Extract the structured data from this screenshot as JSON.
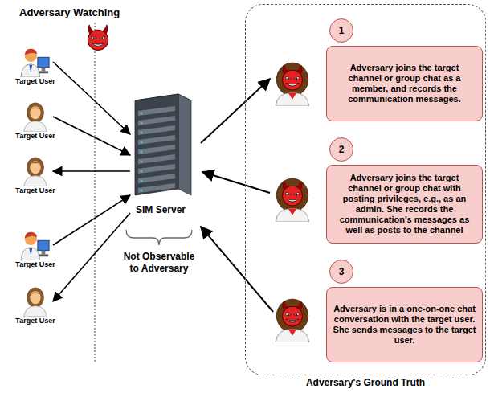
{
  "diagram": {
    "title": "Adversary Watching",
    "nodes": [
      {
        "text": [
          "Target User"
        ]
      },
      {
        "text": [
          "Target User"
        ]
      },
      {
        "text": [
          "Target User"
        ]
      },
      {
        "text": [
          "Target User"
        ]
      },
      {
        "text": [
          "Target User"
        ]
      },
      {
        "text": [
          "SIM Server"
        ]
      },
      {
        "text": [
          "Adversary's Ground Truth"
        ]
      },
      {
        "text": [
          "1"
        ],
        "in": 6
      },
      {
        "text": [
          "Adversary joins the target channel or group chat as a member, and records the communication messages."
        ],
        "in": 6
      },
      {
        "text": [
          "2"
        ],
        "in": 6
      },
      {
        "text": [
          "Adversary joins the target channel or group chat with posting privileges, e.g., as an admin. She records the communication's messages as well as posts to the channel"
        ],
        "in": 6
      },
      {
        "text": [
          "3"
        ],
        "in": 6
      },
      {
        "text": [
          "Adversary is in a one-on-one chat conversation with the target user. She sends messages to the target user."
        ],
        "in": 6
      }
    ],
    "edges": [
      {
        "from": 0,
        "to": 5,
        "arrow": "to"
      },
      {
        "from": 1,
        "to": 5,
        "arrow": "to"
      },
      {
        "from": 5,
        "to": 2,
        "arrow": "to"
      },
      {
        "from": 3,
        "to": 5,
        "arrow": "to"
      },
      {
        "from": 5,
        "to": 4,
        "arrow": "to"
      }
    ],
    "labels": [
      "Not Observable to Adversary"
    ]
  }
}
